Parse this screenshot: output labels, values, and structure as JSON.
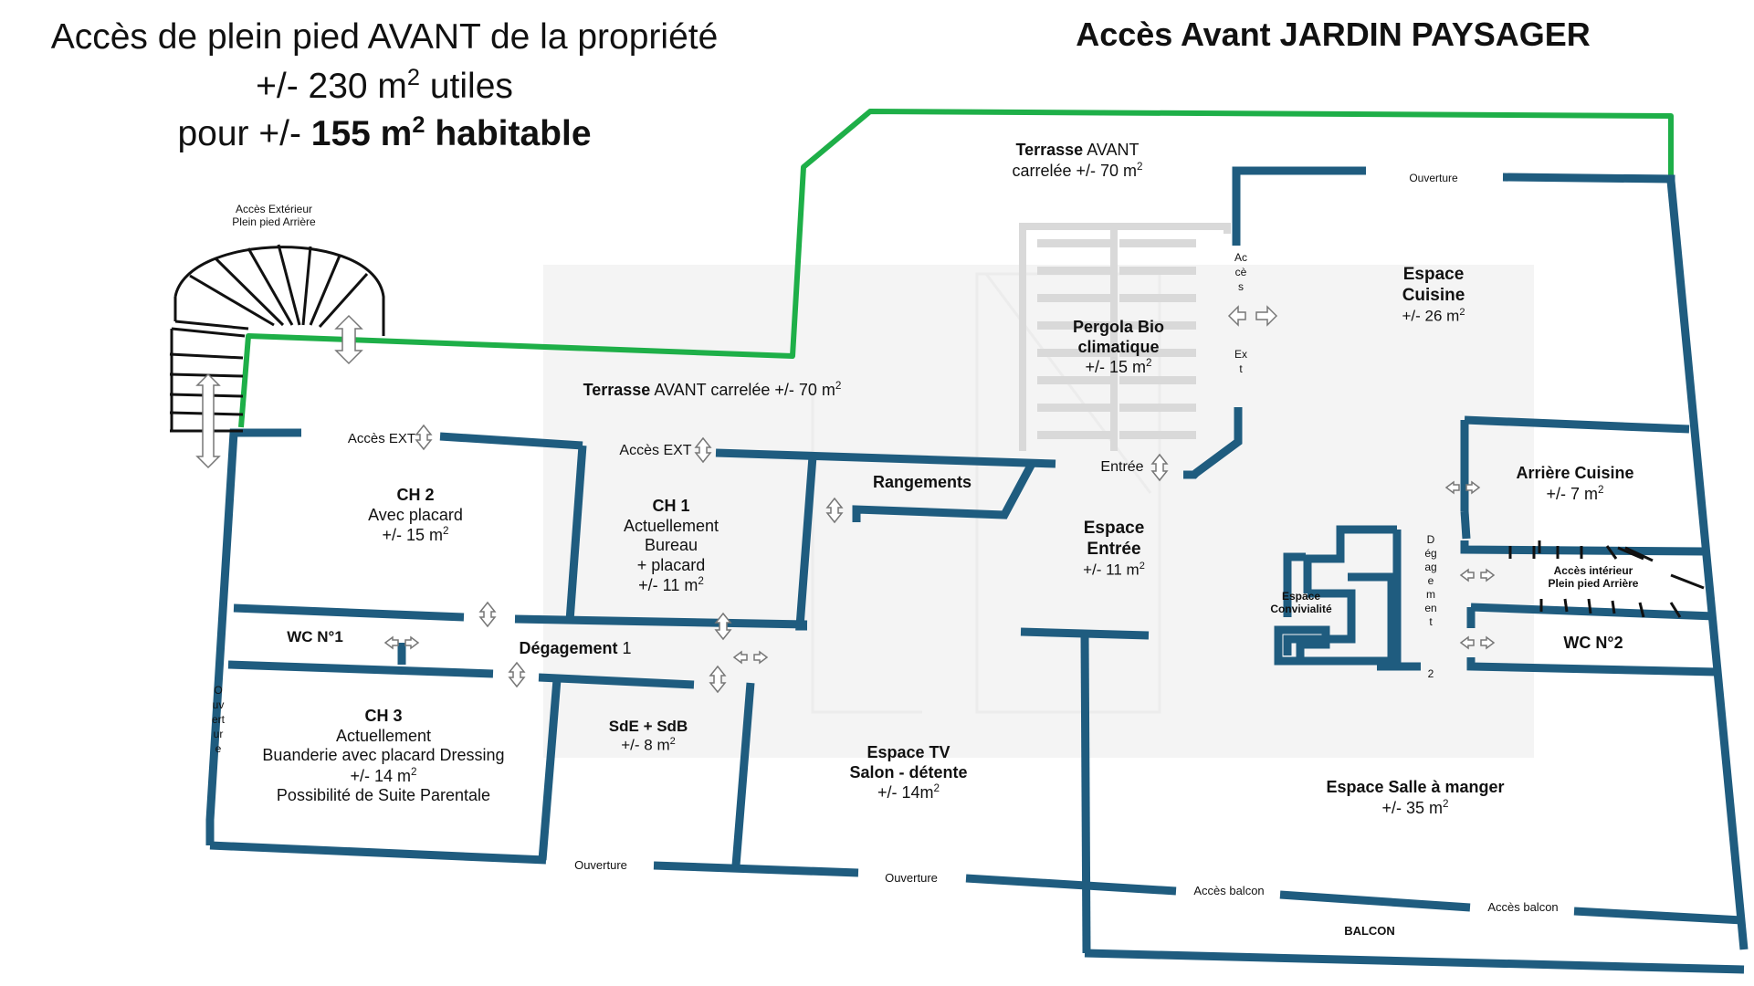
{
  "header": {
    "line1": "Accès de plein pied AVANT de la propriété",
    "line2_prefix": "+/- 230 m",
    "line2_sup": "2",
    "line2_suffix": " utiles",
    "line3_prefix": "pour +/- ",
    "line3_bold": "155 m",
    "line3_sup": "2",
    "line3_bold_suffix": " habitable",
    "right_title": "Accès Avant JARDIN PAYSAGER"
  },
  "colors": {
    "wall": "#1f5c7f",
    "green_line": "#1eaf48",
    "pergola": "#d9d9d9",
    "watermark": "#f2f2f2"
  },
  "labels": {
    "acces_ext_arriere_1": "Accès Extérieur",
    "acces_ext_arriere_2": "Plein pied Arrière",
    "terrasse_haut_1": "Terrasse",
    "terrasse_haut_1b": " AVANT",
    "terrasse_haut_2": "carrelée +/- 70 m",
    "terrasse_bas_bold": "Terrasse",
    "terrasse_bas_rest": " AVANT carrelée +/- 70 m",
    "ouverture_haut": "Ouverture",
    "espace_cuisine_1": "Espace",
    "espace_cuisine_2": "Cuisine",
    "espace_cuisine_3": "+/- 26 m",
    "pergola_1": "Pergola  Bio",
    "pergola_2": "climatique",
    "pergola_3": "+/- 15 m",
    "acces_ext_vertical": "Accès",
    "ext_vertical": "Ext",
    "acces_ext_1": "Accès EXT",
    "acces_ext_2": "Accès EXT",
    "entree": "Entrée",
    "ch2_1": "CH 2",
    "ch2_2": "Avec placard",
    "ch2_3": "+/- 15 m",
    "ch1_1": "CH 1",
    "ch1_2": "Actuellement",
    "ch1_3": "Bureau",
    "ch1_4": "+ placard",
    "ch1_5": "+/- 11 m",
    "rangements": "Rangements",
    "espace_entree_1": "Espace",
    "espace_entree_2": "Entrée",
    "espace_entree_3": "+/- 11 m",
    "arriere_cuisine_1": "Arrière Cuisine",
    "arriere_cuisine_2": "+/- 7 m",
    "acces_interieur_1": "Accès intérieur",
    "acces_interieur_2": "Plein pied Arrière",
    "espace_convivialite_1": "Espace",
    "espace_convivialite_2": "Convivialité",
    "degagement2_vertical": "Dégagement",
    "degagement2_num": "2",
    "wc1": "WC N°1",
    "degagement1_bold": "Dégagement",
    "degagement1_num": " 1",
    "wc2": "WC N°2",
    "ouverture_gauche_vertical": "Ouverture",
    "ch3_1": "CH 3",
    "ch3_2": "Actuellement",
    "ch3_3": "Buanderie avec placard Dressing",
    "ch3_4": "+/- 14 m",
    "ch3_5": "Possibilité de Suite Parentale",
    "sde_1": "SdE + SdB",
    "sde_2": "+/- 8 m",
    "espace_tv_1": "Espace TV",
    "espace_tv_2": "Salon - détente",
    "espace_tv_3": "+/- 14m",
    "salle_manger_1": "Espace Salle à manger",
    "salle_manger_2": "+/- 35 m",
    "ouverture_bas_1": "Ouverture",
    "ouverture_bas_2": "Ouverture",
    "acces_balcon_1": "Accès balcon",
    "acces_balcon_2": "Accès balcon",
    "balcon": "BALCON",
    "sq": "2"
  }
}
